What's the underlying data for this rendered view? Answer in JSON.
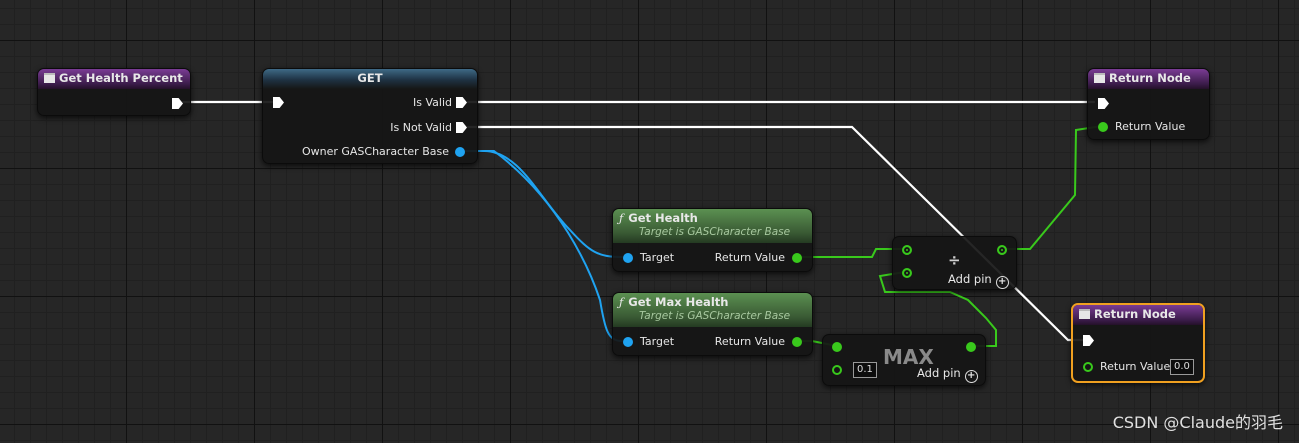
{
  "nodes": {
    "entry": {
      "title": "Get Health Percent"
    },
    "get": {
      "title": "GET",
      "is_valid": "Is Valid",
      "is_not_valid": "Is Not Valid",
      "owner": "Owner GASCharacter Base"
    },
    "return1": {
      "title": "Return Node",
      "return_value": "Return Value"
    },
    "get_health": {
      "title": "Get Health",
      "subtitle": "Target is GASCharacter Base",
      "target": "Target",
      "return_value": "Return Value"
    },
    "get_max_health": {
      "title": "Get Max Health",
      "subtitle": "Target is GASCharacter Base",
      "target": "Target",
      "return_value": "Return Value"
    },
    "divide": {
      "symbol": "÷",
      "add_pin": "Add pin"
    },
    "max": {
      "symbol": "MAX",
      "input_value": "0.1",
      "add_pin": "Add pin"
    },
    "return2": {
      "title": "Return Node",
      "return_value": "Return Value",
      "default_value": "0.0"
    }
  },
  "icons": {
    "function": "ƒ",
    "plus": "+"
  },
  "watermark": "CSDN @Claude的羽毛",
  "colors": {
    "exec_wire": "#ffffff",
    "object_pin": "#1fa3f1",
    "float_pin": "#39c91c",
    "function_header": "#3a5a34",
    "return_header": "#3b1c4a",
    "selection": "#f0a020"
  }
}
